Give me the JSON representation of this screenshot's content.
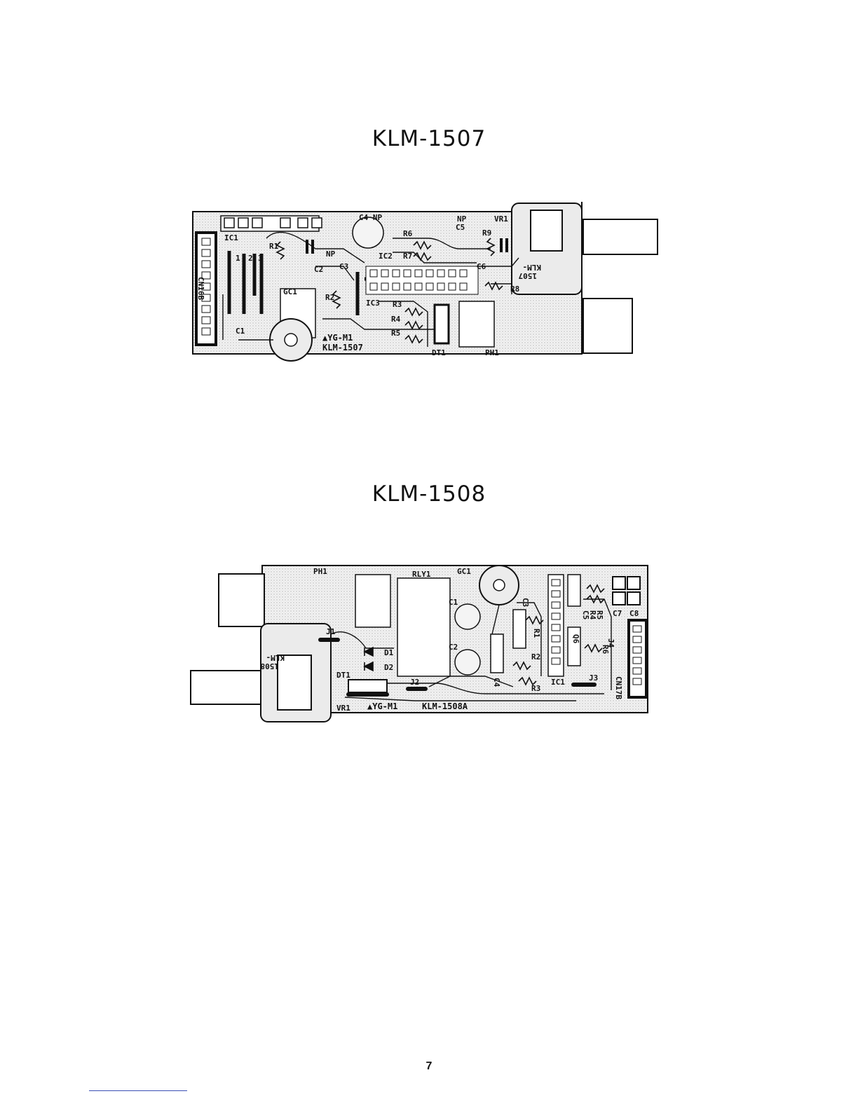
{
  "titles": {
    "board1": "KLM-1507",
    "board2": "KLM-1508"
  },
  "board1": {
    "labels": {
      "ic1": "IC1",
      "ic2": "IC2",
      "ic3": "IC3",
      "c4np": "C4 NP",
      "np_top": "NP",
      "c5": "C5",
      "vr1": "VR1",
      "r6": "R6",
      "r7": "R7",
      "r8": "R8",
      "r9": "R9",
      "r1": "R1",
      "r2": "R2",
      "r3": "R3",
      "r4": "R4",
      "r5": "R5",
      "c2": "C2",
      "c3": "C3",
      "c6": "C6",
      "np_mid": "NP",
      "c1": "C1",
      "gc1": "GC1",
      "cn": "CN16B",
      "ygm1": "▲YG-M1",
      "klm": "KLM-1507",
      "dt1": "DT1",
      "ph1": "PH1",
      "klm_mirror": "KLM-",
      "num_mirror": "1507",
      "pin1": "1",
      "pin2": "2",
      "pin3": "3"
    }
  },
  "board2": {
    "labels": {
      "ph1": "PH1",
      "rly1": "RLY1",
      "gc1": "GC1",
      "c1": "C1",
      "c2": "C2",
      "c3": "C3",
      "c4": "C4",
      "c5": "C5",
      "c7": "C7",
      "c8": "C8",
      "r1": "R1",
      "r2": "R2",
      "r3": "R3",
      "r4": "R4",
      "r5": "R5",
      "r6": "R6",
      "d1": "D1",
      "d2": "D2",
      "j1": "J1",
      "j2": "J2",
      "j3": "J3",
      "j4": "J4",
      "ic1": "IC1",
      "q6": "Q6",
      "dt1": "DT1",
      "vr1": "VR1",
      "ygm1": "▲YG-M1",
      "klm": "KLM-1508A",
      "cn": "CN17B",
      "klm_mirror": "KLM-",
      "num_mirror": "1508"
    }
  },
  "page_number": "7"
}
